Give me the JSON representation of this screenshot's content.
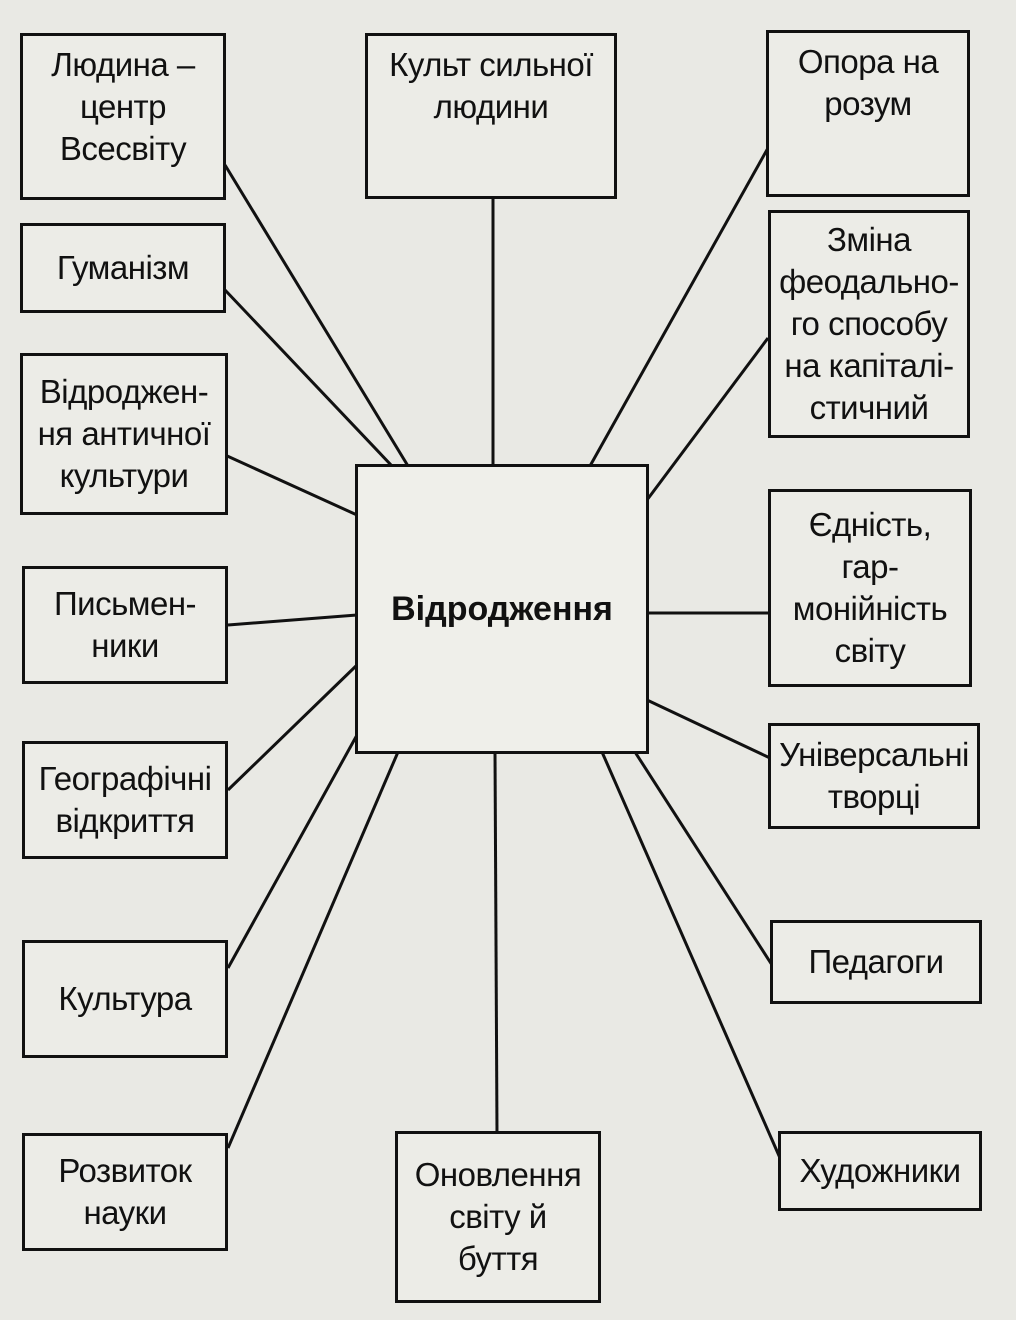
{
  "diagram": {
    "center": "Відродження",
    "nodes": {
      "people_center": "Людина –\nцентр\nВсесвіту",
      "humanism": "Гуманізм",
      "antiquity": "Відроджен-\nня античної\nкультури",
      "writers": "Письмен-\nники",
      "discoveries": "Географічні\nвідкриття",
      "culture": "Культура",
      "science": "Розвиток\nнауки",
      "strong_person": "Культ сильної\nлюдини",
      "renewal": "Оновлення\nсвіту й\nбуття",
      "reason": "Опора на\nрозум",
      "feudal_change": "Зміна\nфеодально-\nго способу\nна капіталі-\nстичний",
      "unity": "Єдність,\nгар-\nмонійність\nсвіту",
      "universal": "Універсальні\nтворці",
      "pedagogues": "Педагоги",
      "artists": "Художники"
    }
  }
}
